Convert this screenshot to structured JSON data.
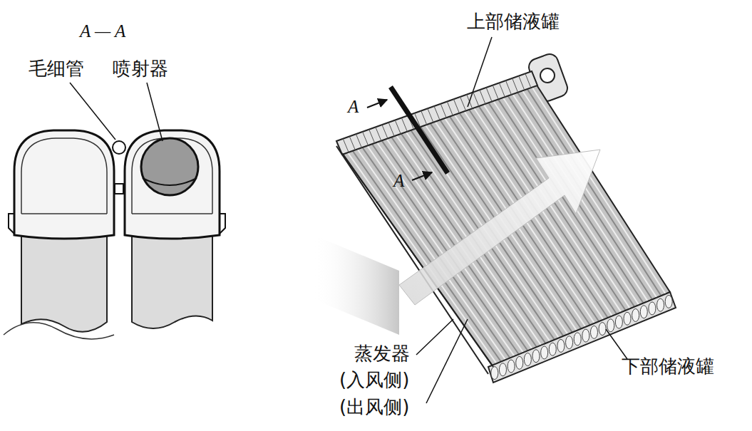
{
  "diagram": {
    "labels": [
      "A — A",
      "毛细管",
      "喷射器",
      "上部储液罐",
      "A",
      "A",
      "蒸发器",
      "(入风侧)",
      "(出风侧)",
      "下部储液罐"
    ]
  }
}
